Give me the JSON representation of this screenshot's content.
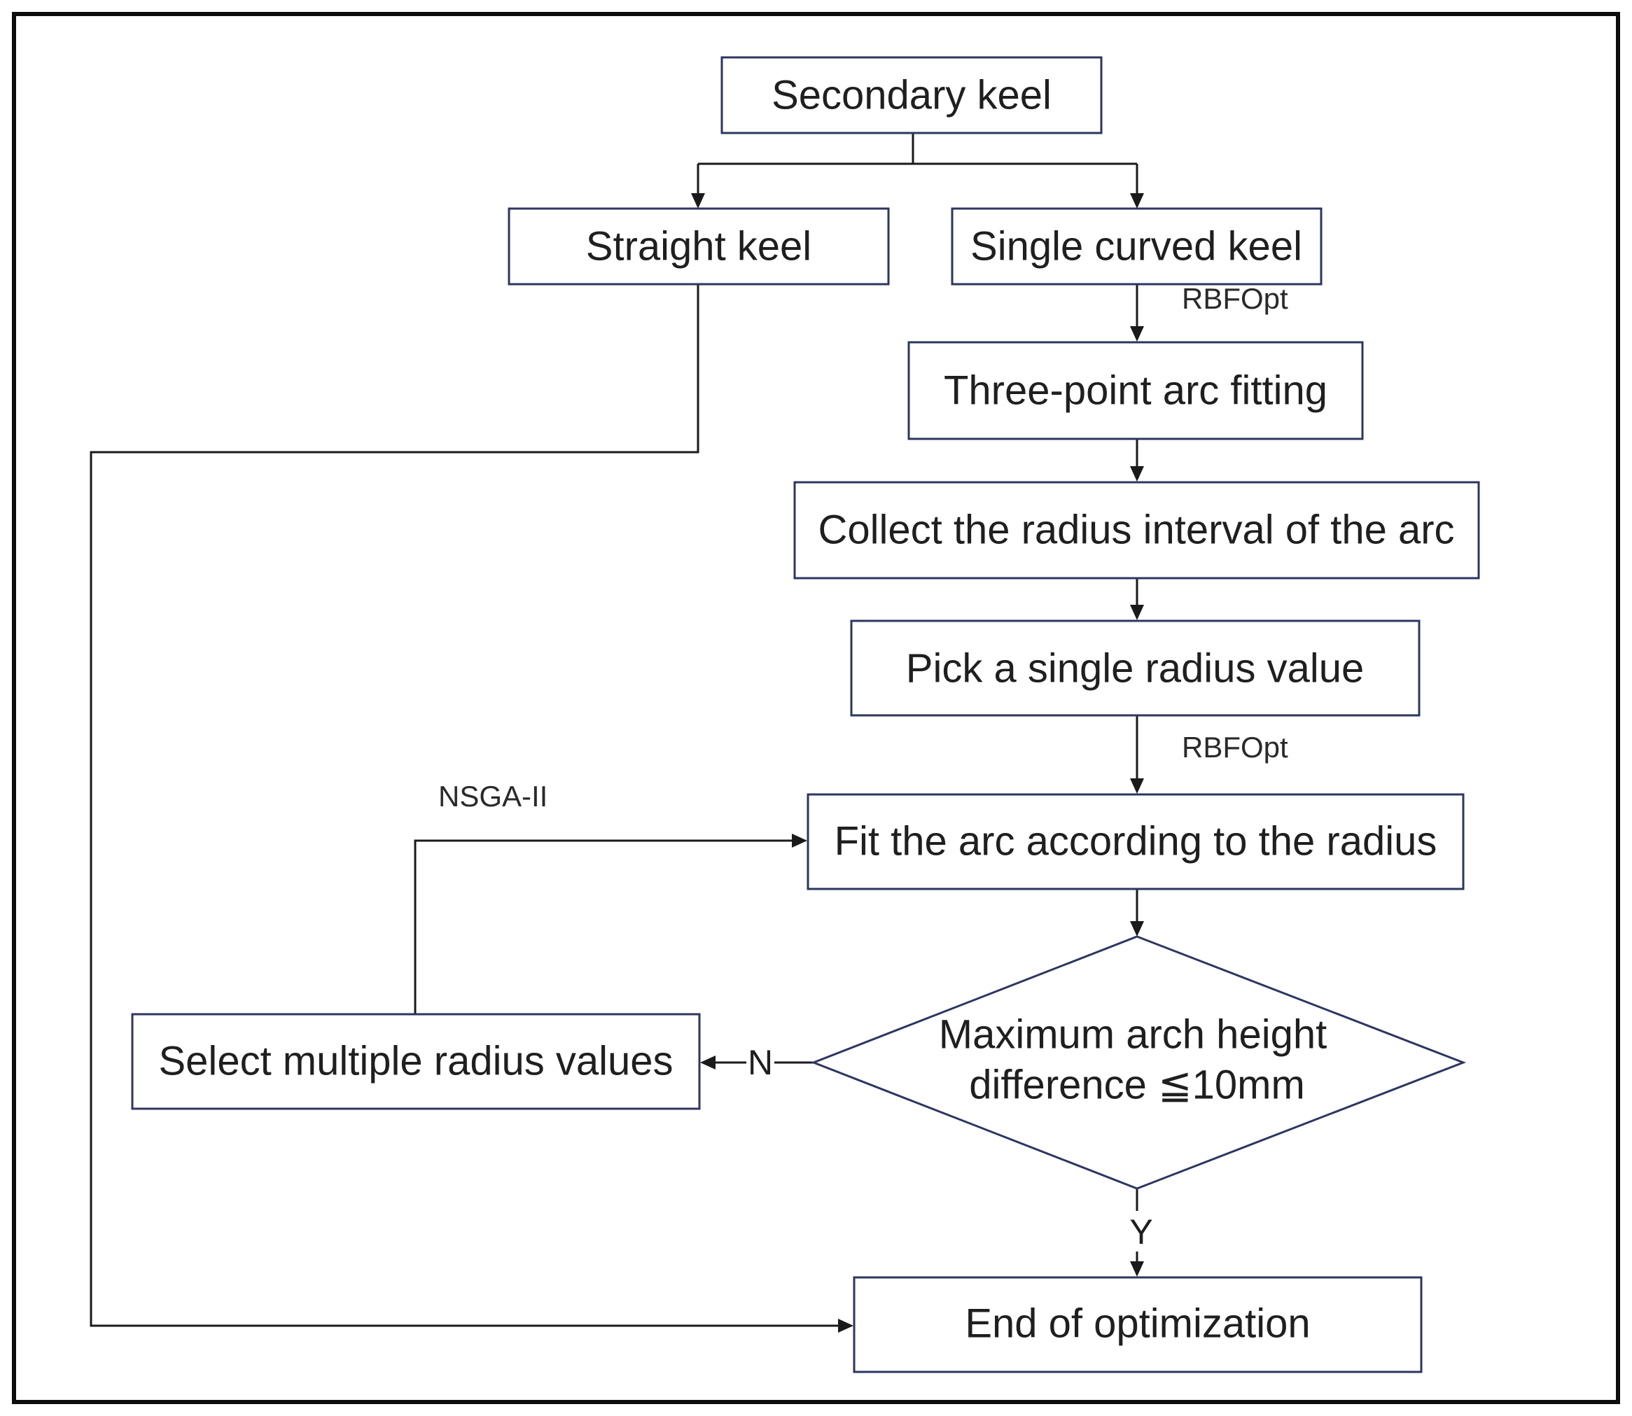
{
  "nodes": {
    "secondary_keel": "Secondary keel",
    "straight_keel": "Straight keel",
    "single_curved_keel": "Single curved keel",
    "three_point_arc_fitting": "Three-point arc fitting",
    "collect_radius_interval": "Collect the radius interval of the arc",
    "pick_single_radius": "Pick a single radius value",
    "fit_arc_by_radius": "Fit the arc according to the radius",
    "decision_line1": "Maximum arch height",
    "decision_line2": "difference ≦10mm",
    "select_multiple_radius": "Select multiple radius values",
    "end_of_optimization": "End of optimization"
  },
  "edge_labels": {
    "rbfopt_1": "RBFOpt",
    "rbfopt_2": "RBFOpt",
    "nsga_ii": "NSGA-II",
    "no_branch": "N",
    "yes_branch": "Y"
  },
  "colors": {
    "box_border": "#2e3560",
    "connector": "#1a1a1a",
    "frame": "#0d0d0d",
    "text": "#1f1f1f"
  }
}
